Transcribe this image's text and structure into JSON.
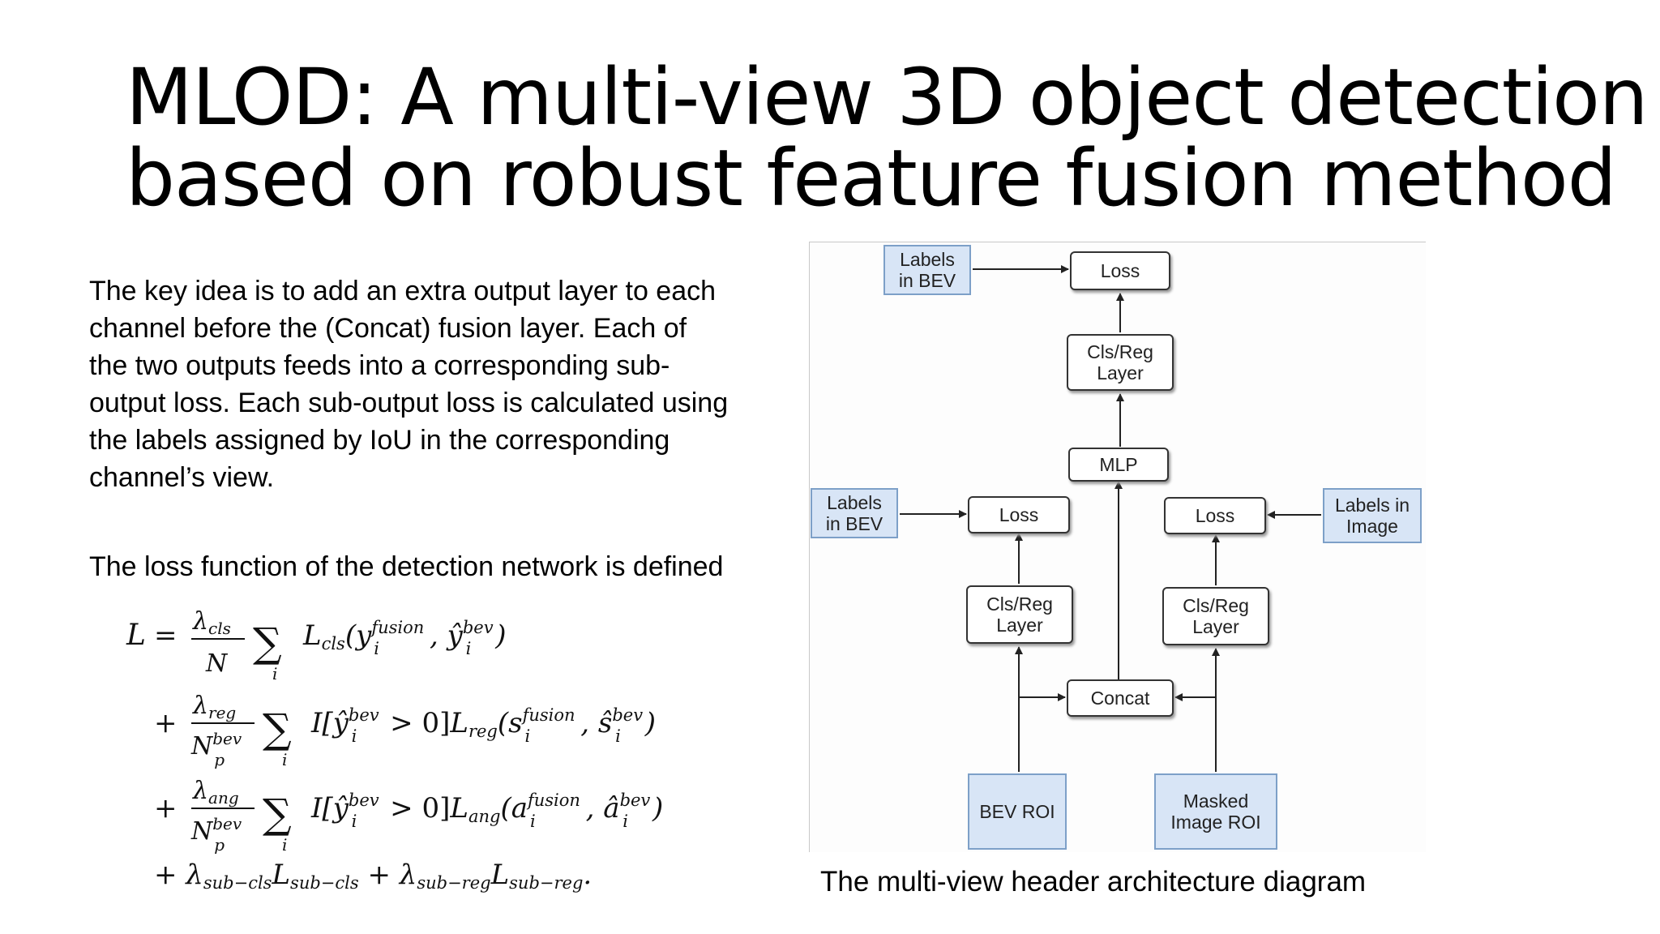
{
  "slide": {
    "title_line1": "MLOD: A multi-view 3D object detection",
    "title_line2": "based on robust feature fusion method",
    "paragraph1_lines": [
      "The key idea is to add an extra output layer to each",
      "channel before the (Concat) fusion layer. Each of",
      "the two outputs feeds into a corresponding sub-",
      "output loss. Each sub-output loss is calculated using",
      "the labels assigned by IoU in the corresponding",
      "channel’s view."
    ],
    "paragraph2": "The loss function of the detection network is defined",
    "caption": "The multi-view header architecture diagram"
  },
  "diagram": {
    "labels_bev_top": "Labels in BEV",
    "loss_top": "Loss",
    "clsreg_top": "Cls/Reg Layer",
    "mlp": "MLP",
    "labels_bev_left": "Labels in BEV",
    "loss_left": "Loss",
    "loss_right": "Loss",
    "labels_image": "Labels in Image",
    "clsreg_left": "Cls/Reg Layer",
    "clsreg_right": "Cls/Reg Layer",
    "concat": "Concat",
    "bev_roi": "BEV ROI",
    "masked_roi": "Masked Image ROI"
  }
}
